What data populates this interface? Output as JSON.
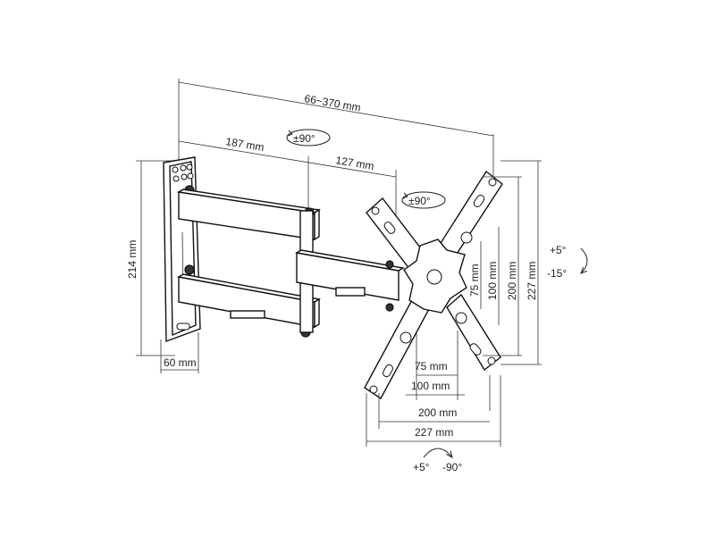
{
  "dimensions": {
    "total_extension": "66~370 mm",
    "arm_first": "187 mm",
    "arm_second": "127 mm",
    "height": "214 mm",
    "plate_width": "60 mm",
    "vesa_v_75": "75 mm",
    "vesa_v_100": "100 mm",
    "vesa_v_200": "200 mm",
    "vesa_v_227": "227 mm",
    "vesa_h_75": "75 mm",
    "vesa_h_100": "100 mm",
    "vesa_h_200": "200 mm",
    "vesa_h_227": "227 mm"
  },
  "rotations": {
    "arm_swivel": "±90°",
    "head_rotation": "±90°",
    "tilt_up": "+5°",
    "tilt_down": "-15°",
    "swivel_left": "+5°",
    "swivel_right": "-90°"
  }
}
